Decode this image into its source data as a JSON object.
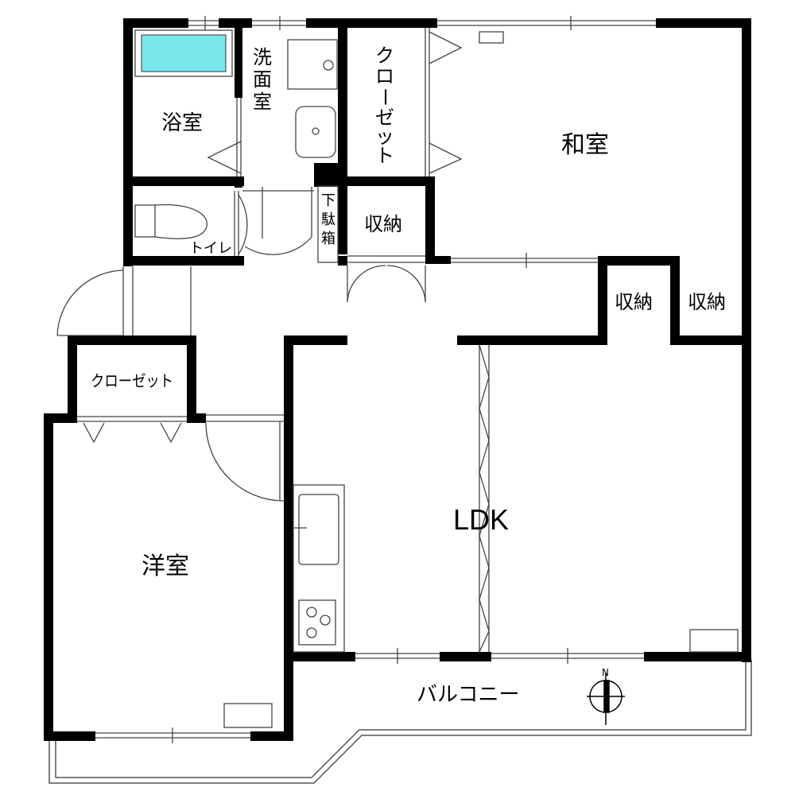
{
  "rooms": {
    "bath": "浴室",
    "washroom": [
      "洗",
      "面",
      "室"
    ],
    "closet_top": [
      "ク",
      "ロ",
      "ー",
      "ゼ",
      "ッ",
      "ト"
    ],
    "washitsu": "和室",
    "geta": [
      "下",
      "駄",
      "箱"
    ],
    "storage_entry": "収納",
    "toilet": "トイレ",
    "storage_a": "収納",
    "storage_b": "収納",
    "closet_mid": "クローゼット",
    "ldk": "LDK",
    "youshitsu": "洋室",
    "balcony": "バルコニー"
  },
  "compass": {
    "north_label": "N"
  },
  "colors": {
    "wall": "#000000",
    "bath_water": "#79e6ec",
    "line": "#555555"
  }
}
